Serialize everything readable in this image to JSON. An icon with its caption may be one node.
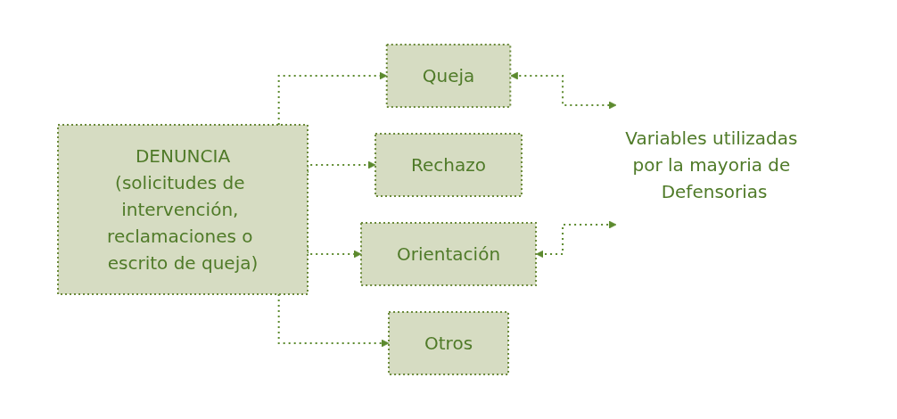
{
  "diagram": {
    "nodes": [
      {
        "text": [
          "DENUNCIA",
          "(solicitudes de intervención, reclamaciones o escrito de queja)"
        ]
      },
      {
        "text": [
          "Queja"
        ]
      },
      {
        "text": [
          "Rechazo"
        ]
      },
      {
        "text": [
          "Orientación"
        ]
      },
      {
        "text": [
          "Otros"
        ]
      },
      {
        "text": [
          "Variables utilizadas por la mayoria de Defensorias"
        ]
      }
    ],
    "edges": [
      {
        "from": 0,
        "to": 1,
        "arrow": "to",
        "style": "dashed"
      },
      {
        "from": 0,
        "to": 2,
        "arrow": "to",
        "style": "dashed"
      },
      {
        "from": 0,
        "to": 3,
        "arrow": "to",
        "style": "dashed"
      },
      {
        "from": 0,
        "to": 4,
        "arrow": "to",
        "style": "dashed"
      },
      {
        "from": 1,
        "to": 5,
        "arrow": "both",
        "style": "dashed"
      },
      {
        "from": 3,
        "to": 5,
        "arrow": "both",
        "style": "dashed"
      }
    ]
  }
}
